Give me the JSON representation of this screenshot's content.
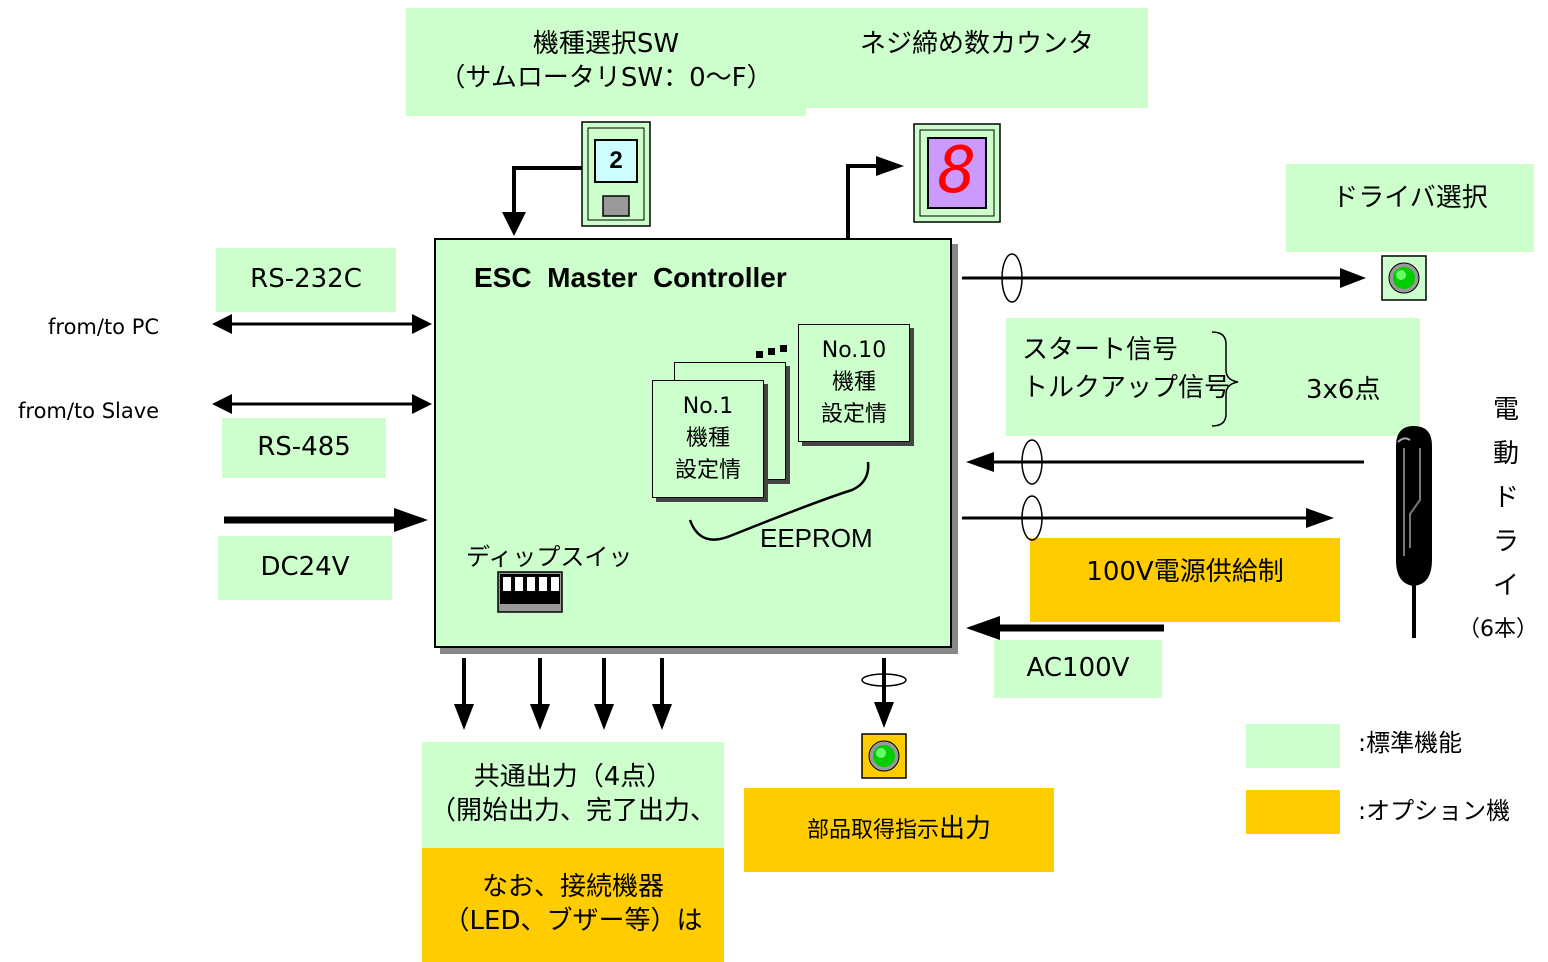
{
  "controller": {
    "title": "ESC  Master  Controller"
  },
  "model_select": {
    "line1": "機種選択SW",
    "line2": "（サムロータリSW：0～F）",
    "digit": "2"
  },
  "counter": {
    "label": "ネジ締め数カウンタ",
    "digit": "8"
  },
  "driver_select": {
    "label": "ドライバ選択"
  },
  "rs232": {
    "label": "RS-232C",
    "endpoint": "from/to PC"
  },
  "rs485": {
    "label": "RS-485",
    "endpoint": "from/to Slave"
  },
  "dc24": {
    "label": "DC24V"
  },
  "dip_switch": {
    "label": "ディップスイッ"
  },
  "eeprom": {
    "label": "EEPROM",
    "card_first": {
      "line1": "No.1",
      "line2": "機種",
      "line3": "設定情"
    },
    "card_last": {
      "line1": "No.10",
      "line2": "機種",
      "line3": "設定情"
    }
  },
  "signals": {
    "line1": "スタート信号",
    "line2": "トルクアップ信号",
    "count": "3x6点"
  },
  "power_option": {
    "label": "100V電源供給制"
  },
  "ac100": {
    "label": "AC100V"
  },
  "electric_driver": {
    "chars": [
      "電",
      "動",
      "ド",
      "ラ",
      "イ"
    ],
    "count": "（6本）"
  },
  "common_output": {
    "line1": "共通出力（4点）",
    "line2": "（開始出力、完了出力、"
  },
  "note": {
    "line1": "なお、接続機器",
    "line2": "（LED、ブザー等）は"
  },
  "parts_output": {
    "label_a": "部品取得指示",
    "label_b": "出力"
  },
  "legend": {
    "standard": ":標準機能",
    "option": ":オプション機"
  },
  "colors": {
    "standard": "#ccffcc",
    "option": "#ffcc00",
    "display_bg": "#cc99ff",
    "display_segment": "#ff0000",
    "lamp": "#00cc00"
  }
}
